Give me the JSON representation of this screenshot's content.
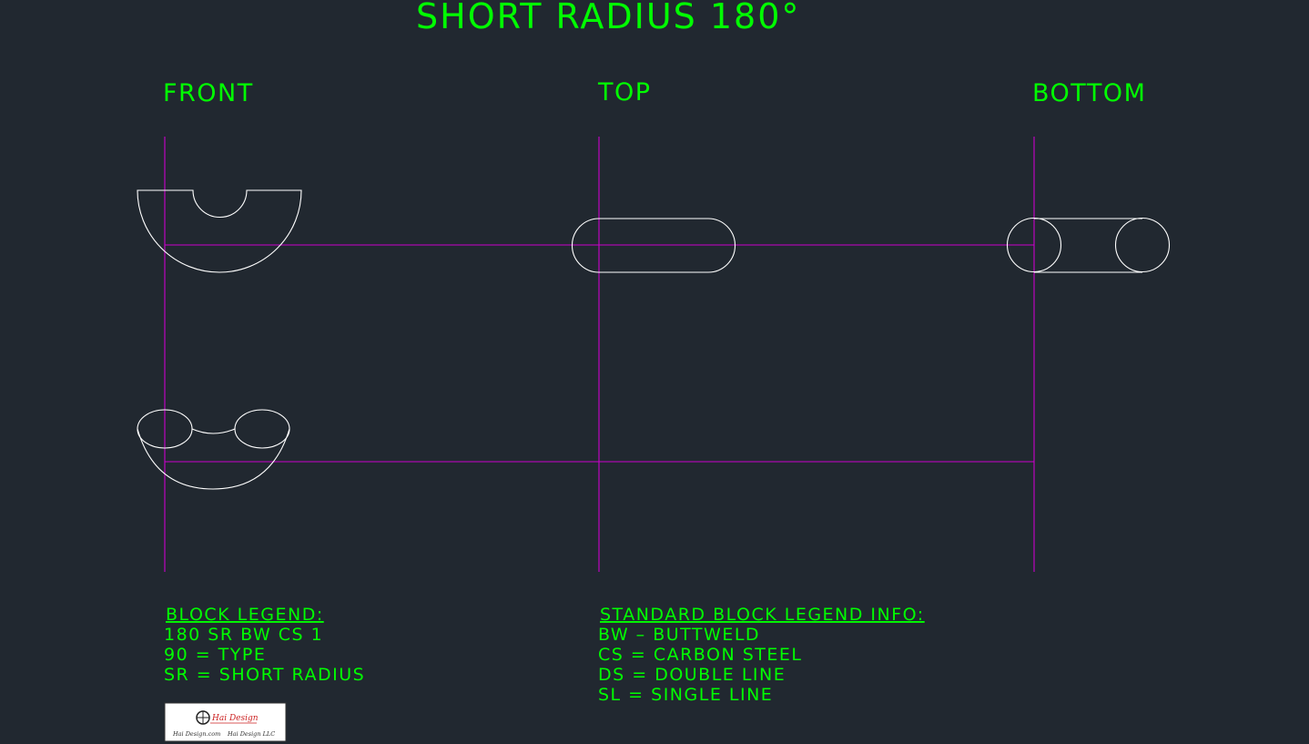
{
  "drawing": {
    "title": "SHORT RADIUS 180°",
    "views": {
      "front": "FRONT",
      "top": "TOP",
      "bottom": "BOTTOM"
    }
  },
  "block_legend": {
    "heading": "BLOCK LEGEND:",
    "lines": [
      "180 SR BW CS 1",
      "90 = TYPE",
      "SR = SHORT RADIUS"
    ]
  },
  "standard_legend": {
    "heading": "STANDARD BLOCK LEGEND INFO:",
    "lines": [
      "BW – BUTTWELD",
      "CS = CARBON STEEL",
      "DS = DOUBLE LINE",
      "SL = SINGLE LINE"
    ]
  },
  "logo": {
    "brand": "Hai Design",
    "footer_left": "Hai Design.com",
    "footer_right": "Hai Design LLC"
  },
  "colors": {
    "background": "#212830",
    "text": "#00ff00",
    "geometry": "#ffffff",
    "construction": "#cc00cc"
  }
}
